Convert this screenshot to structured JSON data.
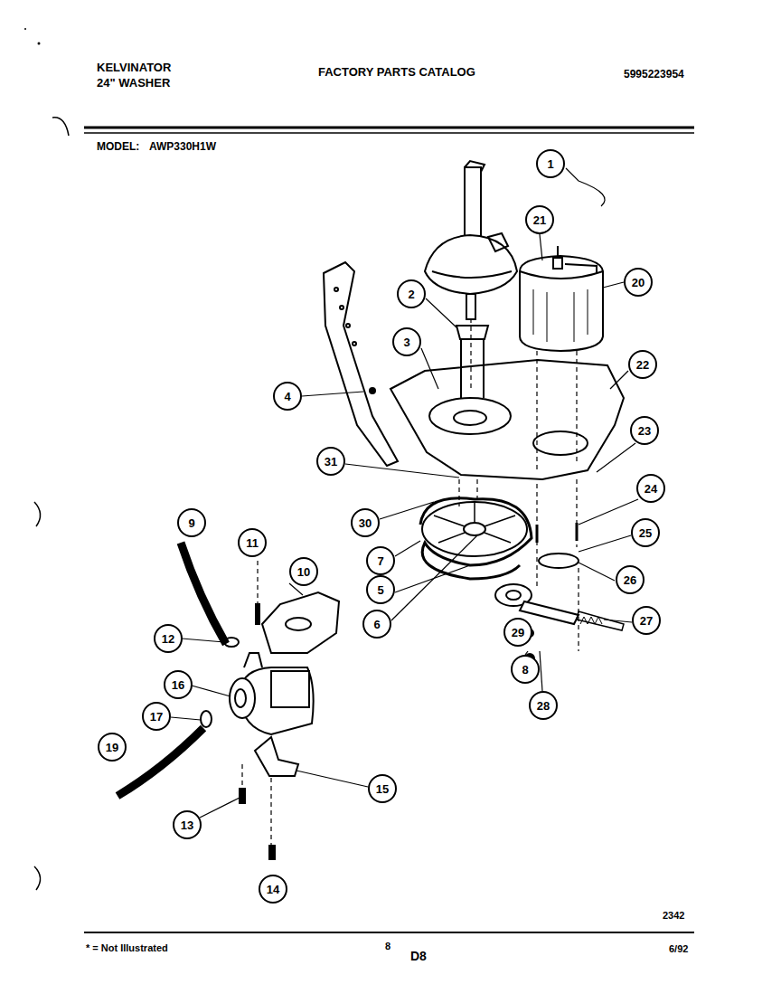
{
  "diagram": {
    "title": "FACTORY PARTS CATALOG",
    "nodes": [
      {
        "text": [
          "1"
        ]
      },
      {
        "text": [
          "21"
        ]
      },
      {
        "text": [
          "20"
        ]
      },
      {
        "text": [
          "2"
        ]
      },
      {
        "text": [
          "3"
        ]
      },
      {
        "text": [
          "22"
        ]
      },
      {
        "text": [
          "4"
        ]
      },
      {
        "text": [
          "23"
        ]
      },
      {
        "text": [
          "31"
        ]
      },
      {
        "text": [
          "24"
        ]
      },
      {
        "text": [
          "30"
        ]
      },
      {
        "text": [
          "9"
        ]
      },
      {
        "text": [
          "25"
        ]
      },
      {
        "text": [
          "11"
        ]
      },
      {
        "text": [
          "7"
        ]
      },
      {
        "text": [
          "10"
        ]
      },
      {
        "text": [
          "26"
        ]
      },
      {
        "text": [
          "5"
        ]
      },
      {
        "text": [
          "6"
        ]
      },
      {
        "text": [
          "27"
        ]
      },
      {
        "text": [
          "12"
        ]
      },
      {
        "text": [
          "29"
        ]
      },
      {
        "text": [
          "8"
        ]
      },
      {
        "text": [
          "16"
        ]
      },
      {
        "text": [
          "28"
        ]
      },
      {
        "text": [
          "17"
        ]
      },
      {
        "text": [
          "19"
        ]
      },
      {
        "text": [
          "15"
        ]
      },
      {
        "text": [
          "13"
        ]
      },
      {
        "text": [
          "14"
        ]
      }
    ],
    "edges": [],
    "labels": [
      "KELVINATOR",
      "24\" WASHER",
      "5995223954",
      "MODEL:",
      "AWP330H1W",
      "2342",
      "* = Not Illustrated",
      "8",
      "D8",
      "6/92"
    ]
  }
}
